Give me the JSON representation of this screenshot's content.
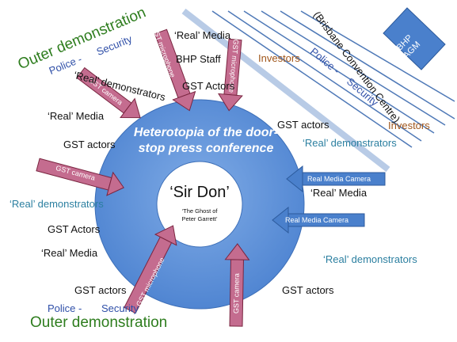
{
  "center": {
    "title": "‘Sir Don’",
    "subtitle_line1": "‘The Ghost of",
    "subtitle_line2": "Peter Garrett’"
  },
  "ring": {
    "title_line1": "Heterotopia of the door-",
    "title_line2": "stop press conference"
  },
  "colors": {
    "ring_fill": "#5b8fd8",
    "center_fill": "#ffffff",
    "arrow_red_fill": "#c46c8f",
    "arrow_red_stroke": "#7a2540",
    "arrow_blue_fill": "#4a80cc",
    "diagonal_line": "#4f79b7",
    "outer_green": "#2e7d1e",
    "security_blue": "#2f4fa8",
    "investors_brown": "#a0561b",
    "demonstrators_teal": "#2b7fa0"
  },
  "labels": {
    "outer_demo_top": "Outer demonstration",
    "police_top": "Police -",
    "security_top": "Security",
    "real_demos_top": "‘Real’ demonstrators",
    "real_media_top": "‘Real’ Media",
    "bhp_staff": "BHP Staff",
    "gst_actors_top": "GST Actors",
    "investors_top": "Investors",
    "brisbane": "(Brisbane Convention Centre)",
    "bhp_agm_line1": "BHP",
    "bhp_agm_line2": "AGM",
    "police_right": "Police -",
    "security_right": "Security",
    "investors_right": "Investors",
    "gst_actors_right": "GST actors",
    "real_demos_right": "‘Real’ demonstrators",
    "real_media_left": "‘Real’ Media",
    "gst_actors_left": "GST actors",
    "real_demos_left": "‘Real’ demonstrators",
    "gst_actors_left2": "GST Actors",
    "real_media_left2": "‘Real’ Media",
    "real_media_right": "‘Real’ Media",
    "real_demos_right2": "‘Real’ demonstrators",
    "gst_actors_bottom_left": "GST actors",
    "gst_actors_bottom_right": "GST actors",
    "police_bottom": "Police -",
    "security_bottom": "Security",
    "outer_demo_bottom": "Outer demonstration"
  },
  "arrows": {
    "gst_mic_top": "GST microphone",
    "gst_camera_top": "GST camera",
    "gst_mic_top2": "GST microphone",
    "gst_camera_left": "GST camera",
    "real_media_camera_1": "Real Media Camera",
    "real_media_camera_2": "Real Media  Camera",
    "gst_mic_bottom": "GST microphone",
    "gst_camera_bottom": "GST camera"
  }
}
